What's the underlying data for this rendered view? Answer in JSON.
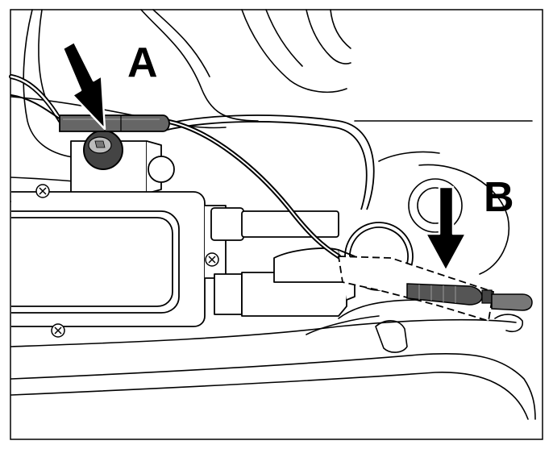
{
  "diagram": {
    "callouts": [
      {
        "id": "A",
        "label": "A"
      },
      {
        "id": "B",
        "label": "B"
      }
    ],
    "colors": {
      "line": "#000000",
      "shade": "#555555",
      "background": "#ffffff"
    }
  }
}
